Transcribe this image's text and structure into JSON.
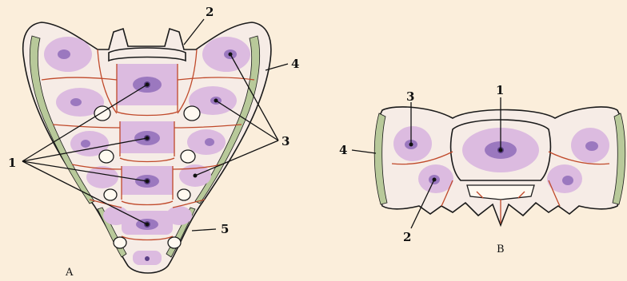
{
  "figure": {
    "panel_a": {
      "caption": "A",
      "labels": {
        "l1": "1",
        "l2": "2",
        "l3": "3",
        "l4": "4",
        "l5": "5"
      }
    },
    "panel_b": {
      "caption": "B",
      "labels": {
        "l1": "1",
        "l2": "2",
        "l3": "3",
        "l4": "4"
      }
    }
  },
  "colors": {
    "background": "#fbeedb",
    "bone": "#f6ece6",
    "cartilage_green": "#b8c99a",
    "ossification_zone": "#dcbbe0",
    "ossification_core": "#9b78bf",
    "growth_line_red": "#c0492a"
  }
}
